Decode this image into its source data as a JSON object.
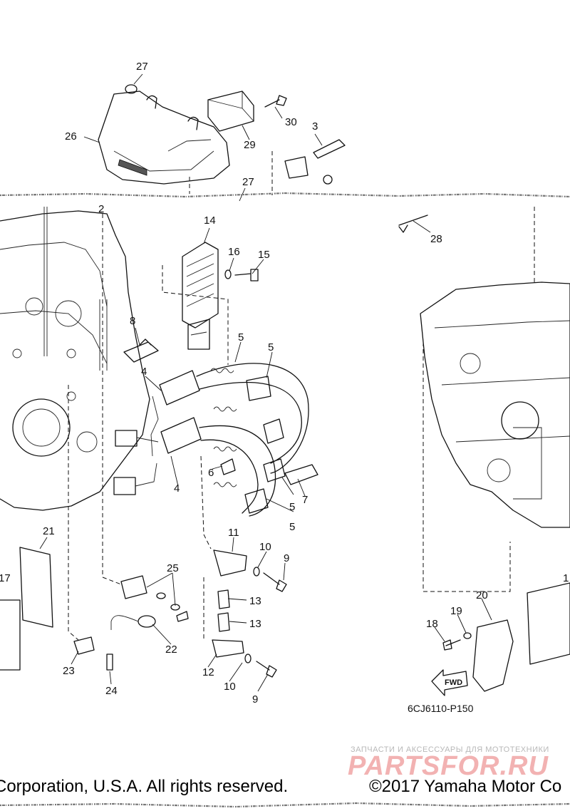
{
  "diagram": {
    "callouts": [
      "27",
      "26",
      "30",
      "29",
      "3",
      "27",
      "2",
      "14",
      "16",
      "15",
      "28",
      "8",
      "5",
      "5",
      "4",
      "6",
      "7",
      "5",
      "5",
      "4",
      "21",
      "11",
      "10",
      "9",
      "25",
      "13",
      "13",
      "22",
      "12",
      "10",
      "9",
      "23",
      "24",
      "20",
      "19",
      "18",
      "17",
      "1"
    ],
    "drawing_code": "6CJ6110-P150",
    "direction_tag": "FWD"
  },
  "watermark": {
    "subtitle": "ЗАПЧАСТИ И АКСЕССУАРЫ ДЛЯ МОТОТЕХНИКИ",
    "brand": "PARTSFOR.RU"
  },
  "footer": {
    "copyright_left": "Corporation, U.S.A. All rights reserved.",
    "copyright_right": "©2017 Yamaha Motor Co"
  },
  "colors": {
    "line": "#111111",
    "background": "#ffffff",
    "watermark_logo": "#f2b2b2",
    "watermark_text": "#b8b8b8"
  }
}
